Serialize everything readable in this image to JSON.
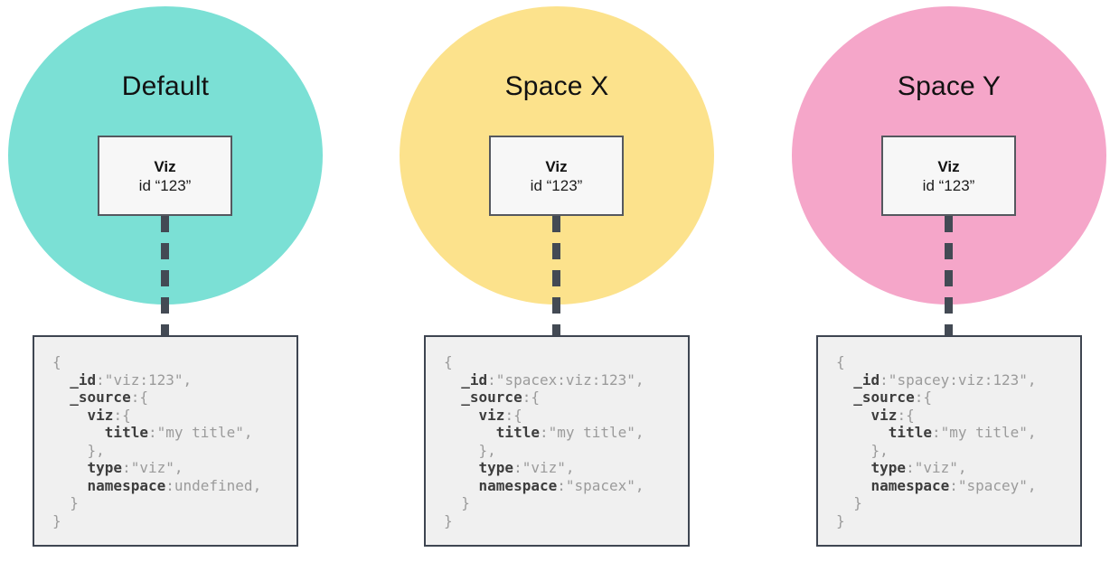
{
  "page": {
    "background_color": "#ffffff",
    "dash_color": "#434a54",
    "code_box_bg": "#f0f0f0",
    "code_box_border": "#3e4551",
    "viz_box_bg": "#f7f7f7",
    "viz_box_border": "#55585f",
    "code_key_color": "#3d3d3d",
    "code_value_color": "#9b9b9b"
  },
  "panels": [
    {
      "id": "default",
      "circle": {
        "label": "Default",
        "color": "#7be0d5"
      },
      "viz_box": {
        "title": "Viz",
        "id_line": "id “123”"
      },
      "code": {
        "lines": [
          [
            [
              "plain",
              "{"
            ]
          ],
          [
            [
              "plain",
              "  "
            ],
            [
              "key",
              "_id"
            ],
            [
              "plain",
              ":\"viz:123\","
            ]
          ],
          [
            [
              "plain",
              "  "
            ],
            [
              "key",
              "_source"
            ],
            [
              "plain",
              ":{"
            ]
          ],
          [
            [
              "plain",
              "    "
            ],
            [
              "key",
              "viz"
            ],
            [
              "plain",
              ":{"
            ]
          ],
          [
            [
              "plain",
              "      "
            ],
            [
              "key",
              "title"
            ],
            [
              "plain",
              ":\"my title\","
            ]
          ],
          [
            [
              "plain",
              "    },"
            ]
          ],
          [
            [
              "plain",
              "    "
            ],
            [
              "key",
              "type"
            ],
            [
              "plain",
              ":\"viz\","
            ]
          ],
          [
            [
              "plain",
              "    "
            ],
            [
              "key",
              "namespace"
            ],
            [
              "plain",
              ":undefined,"
            ]
          ],
          [
            [
              "plain",
              "  }"
            ]
          ],
          [
            [
              "plain",
              "}"
            ]
          ]
        ]
      }
    },
    {
      "id": "spacex",
      "circle": {
        "label": "Space X",
        "color": "#fce28c"
      },
      "viz_box": {
        "title": "Viz",
        "id_line": "id “123”"
      },
      "code": {
        "lines": [
          [
            [
              "plain",
              "{"
            ]
          ],
          [
            [
              "plain",
              "  "
            ],
            [
              "key",
              "_id"
            ],
            [
              "plain",
              ":\"spacex:viz:123\","
            ]
          ],
          [
            [
              "plain",
              "  "
            ],
            [
              "key",
              "_source"
            ],
            [
              "plain",
              ":{"
            ]
          ],
          [
            [
              "plain",
              "    "
            ],
            [
              "key",
              "viz"
            ],
            [
              "plain",
              ":{"
            ]
          ],
          [
            [
              "plain",
              "      "
            ],
            [
              "key",
              "title"
            ],
            [
              "plain",
              ":\"my title\","
            ]
          ],
          [
            [
              "plain",
              "    },"
            ]
          ],
          [
            [
              "plain",
              "    "
            ],
            [
              "key",
              "type"
            ],
            [
              "plain",
              ":\"viz\","
            ]
          ],
          [
            [
              "plain",
              "    "
            ],
            [
              "key",
              "namespace"
            ],
            [
              "plain",
              ":\"spacex\","
            ]
          ],
          [
            [
              "plain",
              "  }"
            ]
          ],
          [
            [
              "plain",
              "}"
            ]
          ]
        ]
      }
    },
    {
      "id": "spacey",
      "circle": {
        "label": "Space Y",
        "color": "#f5a6c9"
      },
      "viz_box": {
        "title": "Viz",
        "id_line": "id “123”"
      },
      "code": {
        "lines": [
          [
            [
              "plain",
              "{"
            ]
          ],
          [
            [
              "plain",
              "  "
            ],
            [
              "key",
              "_id"
            ],
            [
              "plain",
              ":\"spacey:viz:123\","
            ]
          ],
          [
            [
              "plain",
              "  "
            ],
            [
              "key",
              "_source"
            ],
            [
              "plain",
              ":{"
            ]
          ],
          [
            [
              "plain",
              "    "
            ],
            [
              "key",
              "viz"
            ],
            [
              "plain",
              ":{"
            ]
          ],
          [
            [
              "plain",
              "      "
            ],
            [
              "key",
              "title"
            ],
            [
              "plain",
              ":\"my title\","
            ]
          ],
          [
            [
              "plain",
              "    },"
            ]
          ],
          [
            [
              "plain",
              "    "
            ],
            [
              "key",
              "type"
            ],
            [
              "plain",
              ":\"viz\","
            ]
          ],
          [
            [
              "plain",
              "    "
            ],
            [
              "key",
              "namespace"
            ],
            [
              "plain",
              ":\"spacey\","
            ]
          ],
          [
            [
              "plain",
              "  }"
            ]
          ],
          [
            [
              "plain",
              "}"
            ]
          ]
        ]
      }
    }
  ]
}
